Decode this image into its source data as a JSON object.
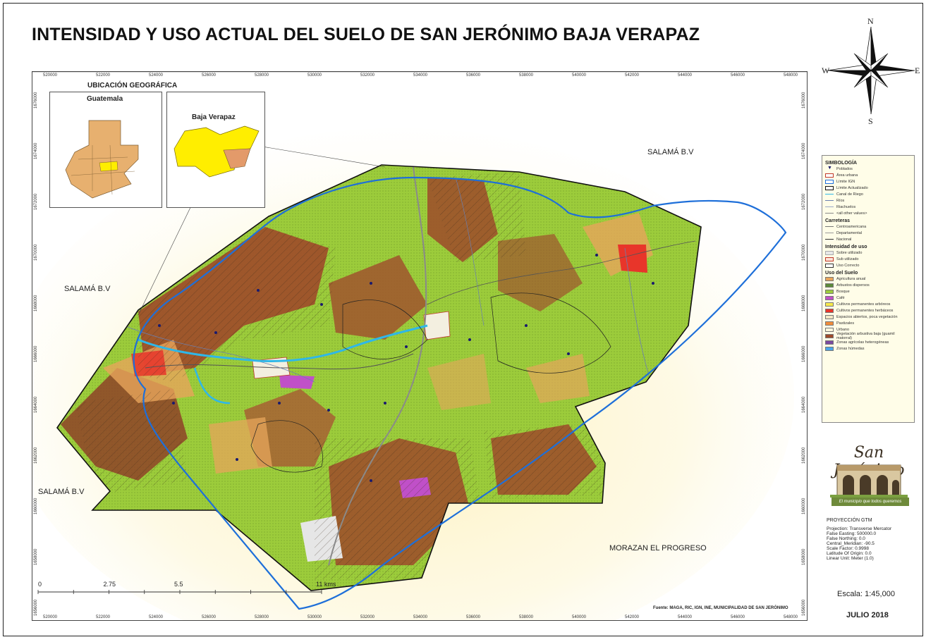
{
  "title": "INTENSIDAD Y USO ACTUAL DEL SUELO DE SAN JERÓNIMO BAJA VERAPAZ",
  "grid": {
    "x_ticks": [
      "520000",
      "522000",
      "524000",
      "526000",
      "528000",
      "530000",
      "532000",
      "534000",
      "536000",
      "538000",
      "540000",
      "542000",
      "544000",
      "546000",
      "548000"
    ],
    "y_ticks": [
      "1676000",
      "1674000",
      "1672000",
      "1670000",
      "1668000",
      "1666000",
      "1664000",
      "1662000",
      "1660000",
      "1658000",
      "1656000"
    ]
  },
  "inset": {
    "heading": "UBICACIÓN GEOGRÁFICA",
    "left_label": "Guatemala",
    "right_label": "Baja Verapaz"
  },
  "places": {
    "ne": "SALAMÁ B.V",
    "w": "SALAMÁ B.V",
    "sw": "SALAMÁ B.V",
    "se": "MORAZAN EL PROGRESO"
  },
  "scale_bar": {
    "labels": [
      "0",
      "2.75",
      "5.5",
      "11 kms"
    ],
    "km_values": [
      0,
      2.75,
      5.5,
      11
    ]
  },
  "source": "Fuente: MAGA, RIC, IGN, INE, MUNICIPALIDAD DE SAN JERÓNIMO",
  "compass": {
    "n": "N",
    "s": "S",
    "e": "E",
    "w": "W"
  },
  "legend": {
    "title": "SIMBOLOGÍA",
    "general": [
      {
        "label": "Poblados",
        "kind": "marker",
        "color": "#1a1a6e"
      },
      {
        "label": "Área urbana",
        "kind": "box",
        "color": "#ffffff",
        "border": "#c0392b"
      },
      {
        "label": "Límite IGN",
        "kind": "box",
        "color": "#ffffff",
        "border": "#1e6fd9"
      },
      {
        "label": "Límite Actualizado",
        "kind": "box",
        "color": "#ffffff",
        "border": "#111111"
      },
      {
        "label": "Canal de Riego",
        "kind": "line",
        "color": "#2fb7e8"
      },
      {
        "label": "Ríos",
        "kind": "line",
        "color": "#6a7fb0"
      },
      {
        "label": "Riachuelos",
        "kind": "line",
        "color": "#9aa7c8"
      },
      {
        "label": "<all other values>",
        "kind": "line",
        "color": "#888888"
      }
    ],
    "roads_title": "Carreteras",
    "roads": [
      {
        "label": "Centroamericana",
        "kind": "line",
        "color": "#777777"
      },
      {
        "label": "Departamental",
        "kind": "line",
        "color": "#999999"
      },
      {
        "label": "Nacional",
        "kind": "line",
        "color": "#333333"
      }
    ],
    "intensity_title": "Intensidad de uso",
    "intensity": [
      {
        "label": "Sobre utilizado",
        "kind": "box",
        "color": "#e8e8e8",
        "border": "#aaaaaa"
      },
      {
        "label": "Sub utilizado",
        "kind": "box",
        "color": "#fbe3d8",
        "border": "#c0392b"
      },
      {
        "label": "Uso Correcto",
        "kind": "box",
        "color": "#ffffff",
        "border": "#333333"
      }
    ],
    "landuse_title": "Uso del Suelo",
    "landuse": [
      {
        "label": "Agricultura anual",
        "kind": "box",
        "color": "#e7a55b"
      },
      {
        "label": "Arbustos dispersos",
        "kind": "box",
        "color": "#5c8a3a"
      },
      {
        "label": "Bosque",
        "kind": "box",
        "color": "#9ccc3b"
      },
      {
        "label": "Café",
        "kind": "box",
        "color": "#c050c8"
      },
      {
        "label": "Cultivos permanentes arbóreos",
        "kind": "box",
        "color": "#f7e94a"
      },
      {
        "label": "Cultivos permanentes herbáceos",
        "kind": "box",
        "color": "#e8352a"
      },
      {
        "label": "Espacios abiertos, poca vegetación",
        "kind": "box",
        "color": "#f3e7c5"
      },
      {
        "label": "Pastizales",
        "kind": "box",
        "color": "#f08c3a"
      },
      {
        "label": "Urbano",
        "kind": "box",
        "color": "#fbf6dc"
      },
      {
        "label": "Vegetación arbustiva baja (guamil matorral)",
        "kind": "box",
        "color": "#9e4a2a"
      },
      {
        "label": "Zonas agrícolas heterogéneas",
        "kind": "box",
        "color": "#7b4aa0"
      },
      {
        "label": "Zonas húmedas",
        "kind": "box",
        "color": "#4aa6e8"
      }
    ]
  },
  "logo": {
    "name": "San Jerónimo",
    "tagline": "El municipio que todos queremos"
  },
  "projection": {
    "title": "PROYECCIÓN GTM",
    "lines": [
      "Projection: Transverse Mercator",
      "False Easting: 500000.0",
      "False Northing: 0.0",
      "Central_Meridian: -90.5",
      "Scale Factor: 0.9998",
      "Latitude Of Origin: 0.0",
      "Linear Unit: Meter (1.0)"
    ]
  },
  "scale_text": "Escala: 1:45,000",
  "date": "JULIO 2018",
  "colors": {
    "forest": "#9ccc3b",
    "shrub": "#9e4a2a",
    "agri": "#e7a55b",
    "ign_boundary": "#1e6fd9",
    "canal": "#2fb7e8",
    "glow": "#fdf1b8"
  }
}
